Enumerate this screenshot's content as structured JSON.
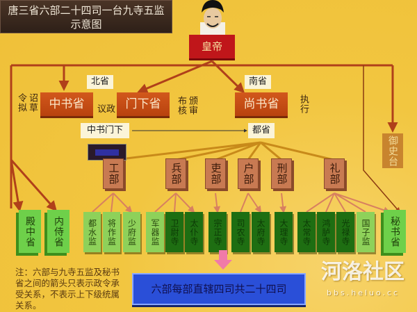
{
  "title": {
    "line1": "唐三省六部二十四司一台九寺五监",
    "line2": "示意图"
  },
  "emperor": "皇帝",
  "provinces": {
    "zhongshu": "中书省",
    "menxia": "门下省",
    "shangshu": "尚书省"
  },
  "labels": {
    "north": "北省",
    "south": "南省",
    "zhongshu_menxia": "中书门下",
    "dusheng": "都省"
  },
  "functions": {
    "draft": "诏草令拟",
    "discuss": "议政",
    "review": "颁审布核",
    "execute": "执行"
  },
  "censorate": "御史台",
  "ministries": [
    "工部",
    "兵部",
    "吏部",
    "户部",
    "刑部",
    "礼部"
  ],
  "palace": [
    "殿中省",
    "内侍省"
  ],
  "directorates_light": [
    "都水监",
    "将作监",
    "少府监",
    "军器监"
  ],
  "courts": [
    "卫尉寺",
    "太仆寺",
    "宗正寺",
    "司农寺",
    "太府寺",
    "大理寺",
    "太常寺",
    "鸿胪寺",
    "光禄寺"
  ],
  "guozijian": "国子监",
  "mishu": "秘书省",
  "note": "注：六部与九寺五监及秘书省之间的箭头只表示政令承受关系，不表示上下级统属关系。",
  "summary": "六部每部直辖四司共二十四司",
  "watermark": {
    "name": "河洛社区",
    "url": "bbs.heluo.cc"
  },
  "colors": {
    "background": "#f2c640",
    "emperor": "#c0161a",
    "province": "#c8501a",
    "ministry": "#c87a52",
    "court": "#1e6e12",
    "directorate": "#8ed15a",
    "summary": "#2a4fd8",
    "line": "#b0401a"
  }
}
